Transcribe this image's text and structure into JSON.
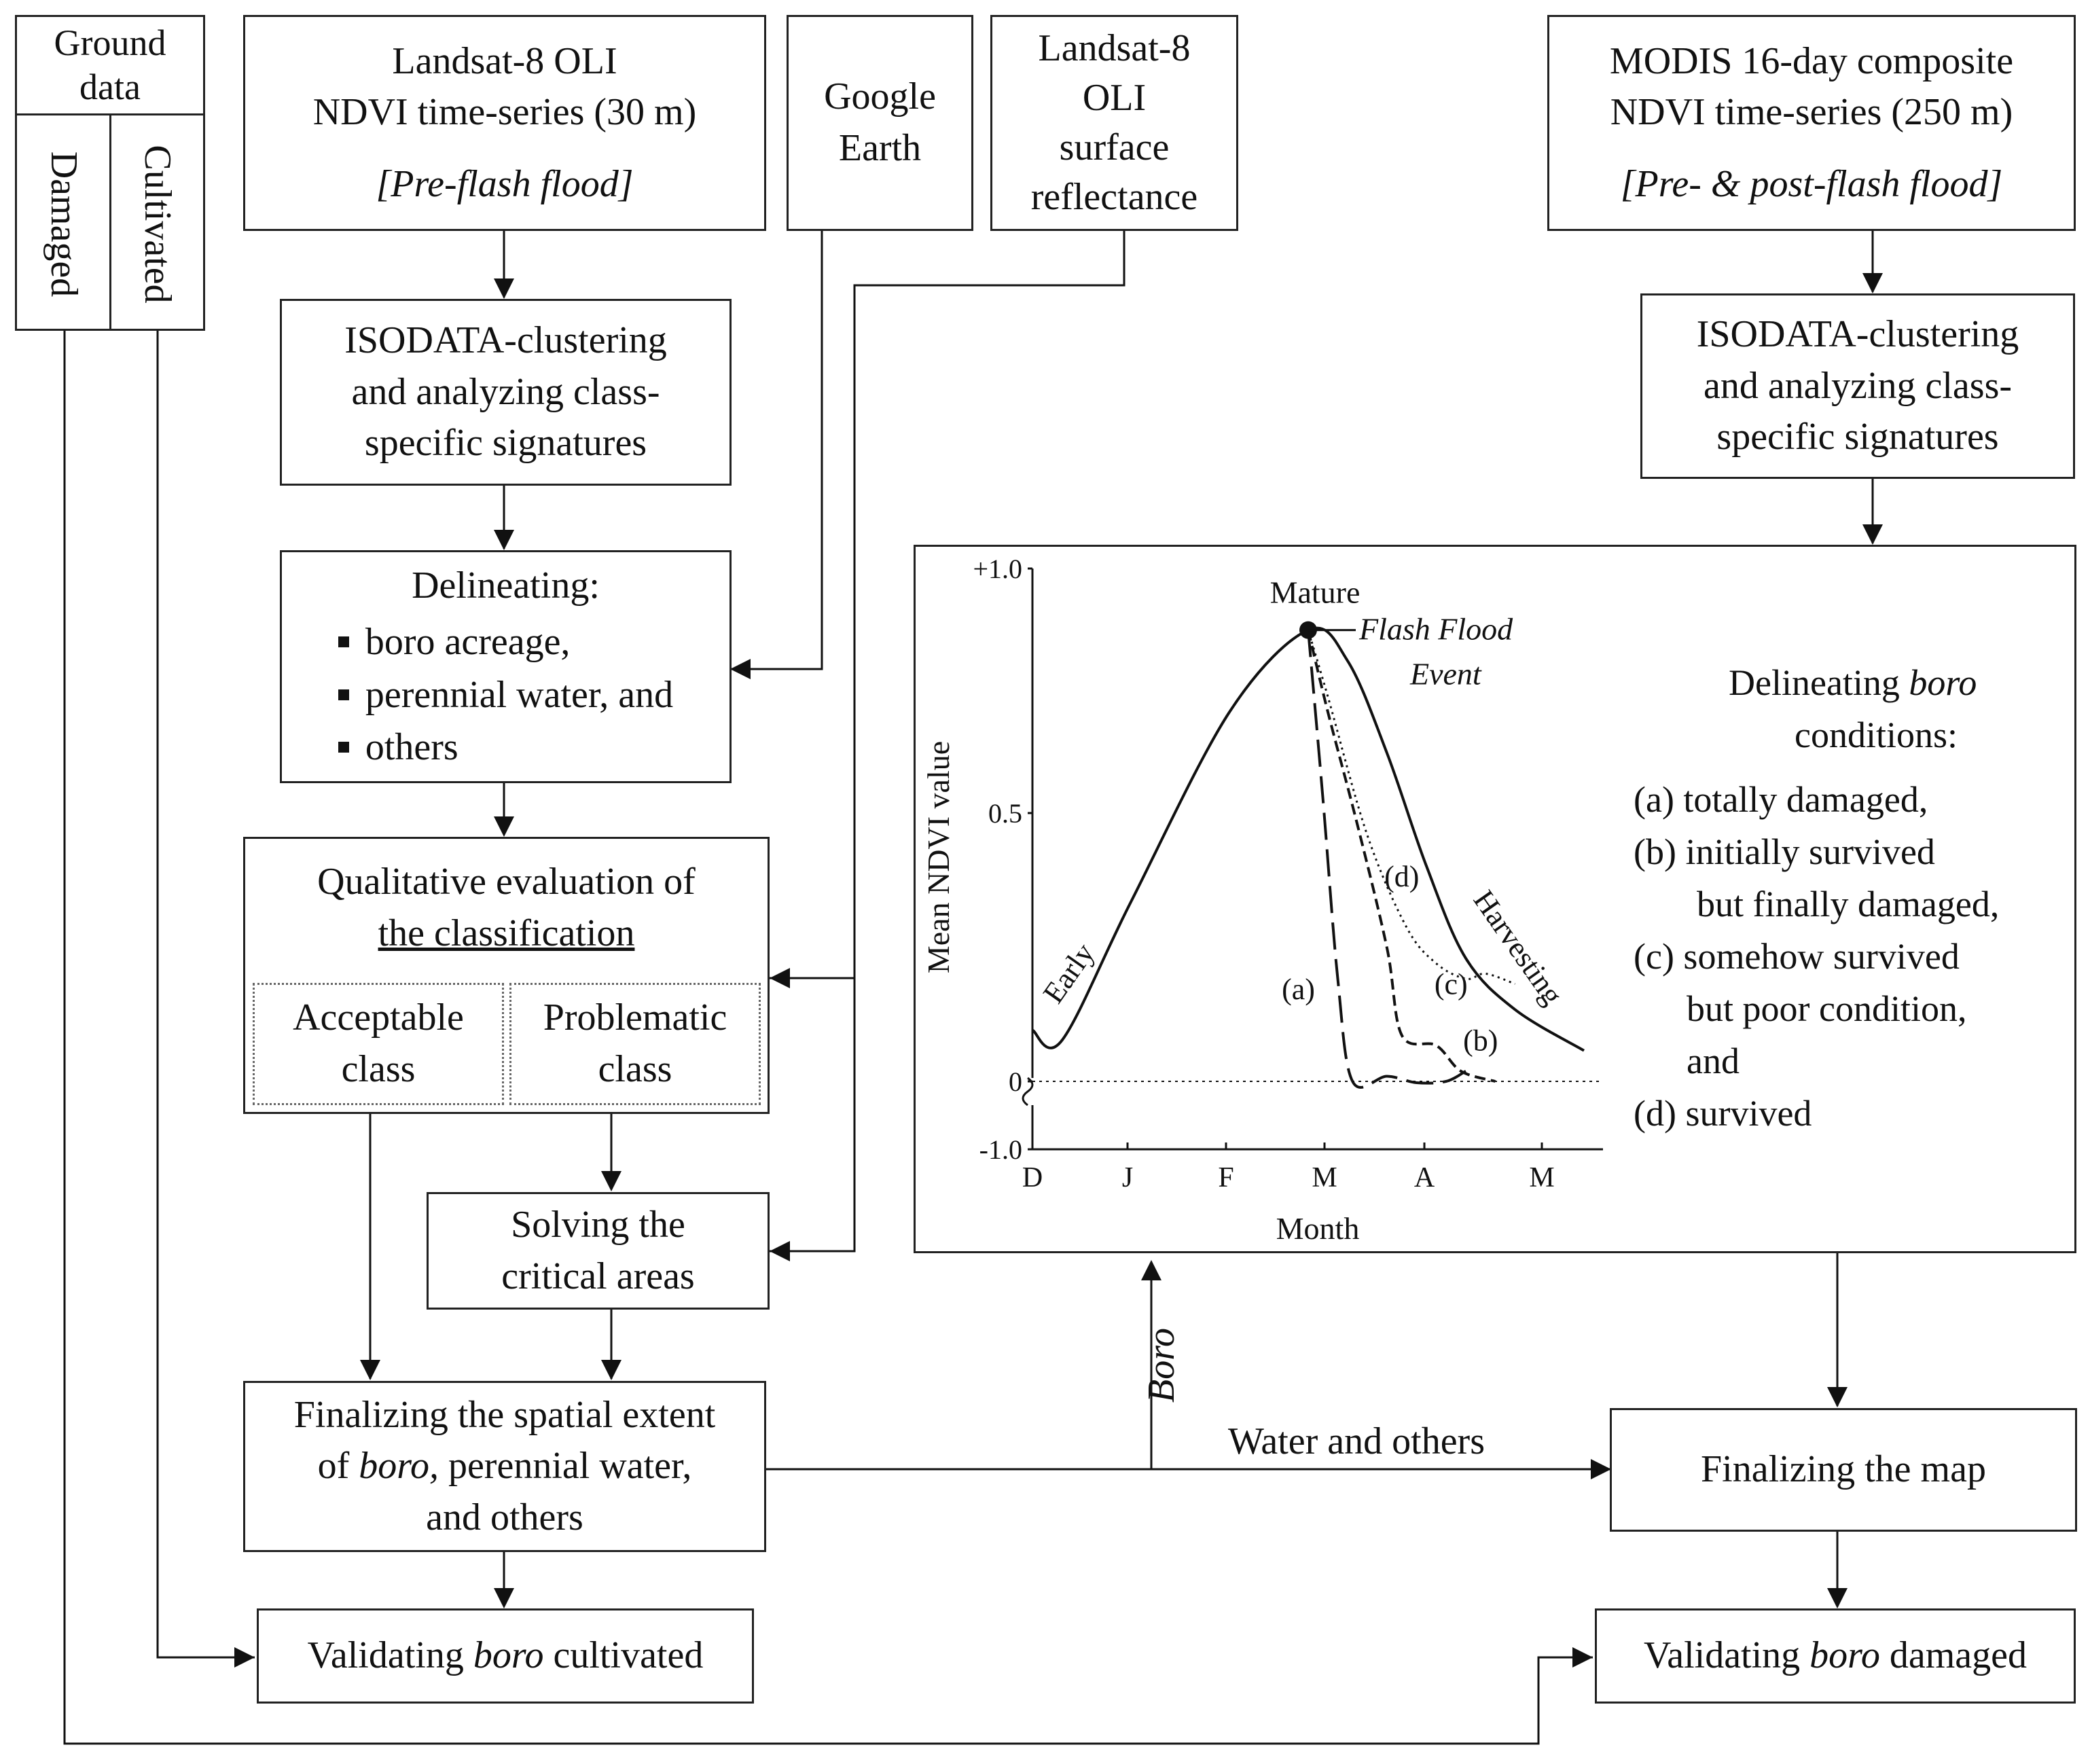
{
  "ground": {
    "title_line1": "Ground",
    "title_line2": "data",
    "col_damaged": "Damaged",
    "col_cultivated": "Cultivated"
  },
  "landsat_ndvi": {
    "line1": "Landsat-8 OLI",
    "line2": "NDVI time-series (30 m)",
    "note": "[Pre-flash flood]"
  },
  "google_earth": {
    "line1": "Google",
    "line2": "Earth"
  },
  "landsat_sr": {
    "line1": "Landsat-8",
    "line2": "OLI",
    "line3": "surface",
    "line4": "reflectance"
  },
  "modis": {
    "line1": "MODIS 16-day composite",
    "line2": "NDVI time-series (250 m)",
    "note": "[Pre- & post-flash flood]"
  },
  "isodata_left": {
    "line1": "ISODATA-clustering",
    "line2": "and analyzing class-",
    "line3": "specific signatures"
  },
  "isodata_right": {
    "line1": "ISODATA-clustering",
    "line2": "and analyzing class-",
    "line3": "specific signatures"
  },
  "delineating": {
    "title": "Delineating:",
    "items": [
      "boro acreage,",
      "perennial water, and",
      "others"
    ]
  },
  "qualitative": {
    "line1": "Qualitative evaluation of",
    "line2": "the classification",
    "acceptable_line1": "Acceptable",
    "acceptable_line2": "class",
    "problematic_line1": "Problematic",
    "problematic_line2": "class"
  },
  "solving": {
    "line1": "Solving the",
    "line2": "critical areas"
  },
  "finalizing_extent": {
    "line1": "Finalizing the spatial extent",
    "line2_pre": "of ",
    "line2_it": "boro,",
    "line2_post": " perennial water,",
    "line3": "and others"
  },
  "validating_cultivated": {
    "pre": "Validating ",
    "it": "boro",
    "post": " cultivated"
  },
  "validating_damaged": {
    "pre": "Validating ",
    "it": "boro",
    "post": " damaged"
  },
  "finalizing_map": {
    "label": "Finalizing the map"
  },
  "edge_labels": {
    "boro": "Boro",
    "water": "Water and others"
  },
  "conditions": {
    "title_pre": "Delineating ",
    "title_it": "boro",
    "title_line2": "conditions:",
    "a": "(a) totally damaged,",
    "b1": "(b) initially survived",
    "b2": "but finally damaged,",
    "c1": "(c) somehow survived",
    "c2": "but poor condition,",
    "c3": "and",
    "d": "(d) survived"
  },
  "chart_data": {
    "type": "line",
    "ylabel": "Mean NDVI value",
    "xlabel": "Month",
    "x_ticks": [
      "D",
      "J",
      "F",
      "M",
      "A",
      "M"
    ],
    "y_ticks": [
      "+1.0",
      "0.5",
      "0",
      "-1.0"
    ],
    "ylim": [
      -1.0,
      1.0
    ],
    "annotations": {
      "mature": "Mature",
      "flash_flood_line1": "Flash Flood",
      "flash_flood_line2": "Event",
      "early": "Early",
      "harvesting": "Harvesting"
    },
    "series": [
      {
        "name": "(d)",
        "style": "solid",
        "points": [
          [
            0.0,
            0.1
          ],
          [
            0.3,
            0.08
          ],
          [
            1.0,
            0.35
          ],
          [
            2.0,
            0.72
          ],
          [
            2.8,
            0.88
          ],
          [
            3.2,
            0.82
          ],
          [
            3.6,
            0.64
          ],
          [
            4.0,
            0.42
          ],
          [
            4.4,
            0.24
          ],
          [
            4.9,
            0.14
          ],
          [
            5.6,
            0.06
          ]
        ]
      },
      {
        "name": "(c)",
        "style": "dotted",
        "points": [
          [
            2.8,
            0.88
          ],
          [
            3.0,
            0.75
          ],
          [
            3.4,
            0.48
          ],
          [
            3.8,
            0.3
          ],
          [
            4.1,
            0.23
          ],
          [
            4.4,
            0.2
          ],
          [
            4.6,
            0.21
          ],
          [
            4.9,
            0.19
          ]
        ]
      },
      {
        "name": "(b)",
        "style": "dashed",
        "points": [
          [
            2.8,
            0.88
          ],
          [
            3.0,
            0.72
          ],
          [
            3.3,
            0.5
          ],
          [
            3.6,
            0.26
          ],
          [
            3.75,
            0.09
          ],
          [
            4.1,
            0.07
          ],
          [
            4.35,
            0.02
          ],
          [
            4.7,
            0.0
          ]
        ]
      },
      {
        "name": "(a)",
        "style": "longdash",
        "points": [
          [
            2.8,
            0.88
          ],
          [
            2.95,
            0.55
          ],
          [
            3.1,
            0.2
          ],
          [
            3.25,
            0.0
          ],
          [
            3.6,
            0.01
          ],
          [
            3.9,
            -0.02
          ],
          [
            4.2,
            0.0
          ],
          [
            4.4,
            0.02
          ]
        ]
      }
    ]
  }
}
